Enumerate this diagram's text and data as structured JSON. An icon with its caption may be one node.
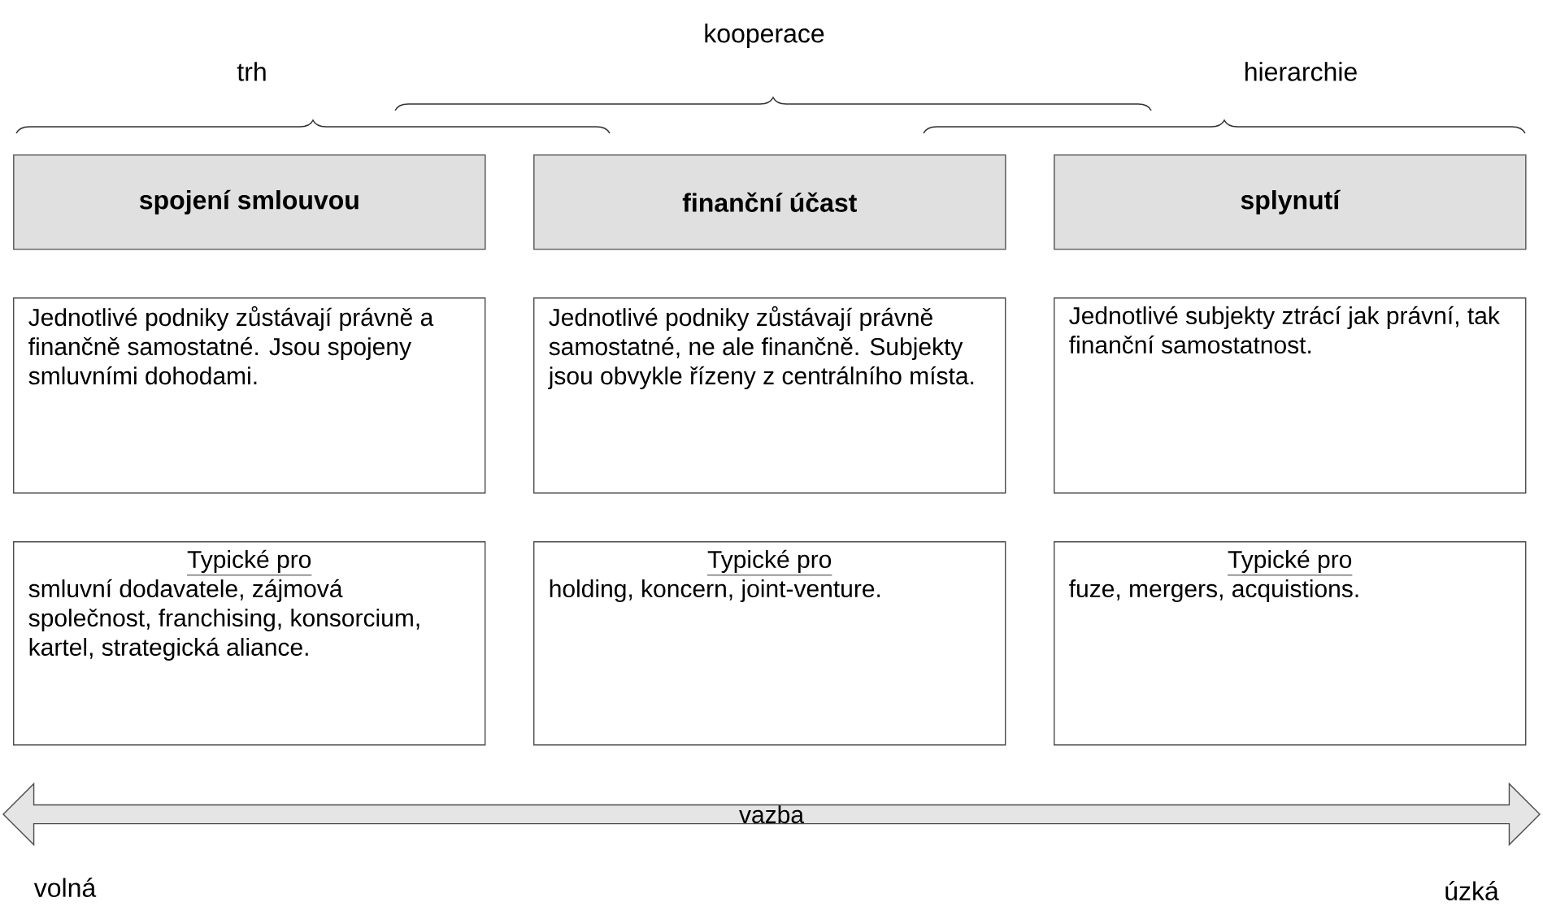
{
  "diagram": {
    "nodes": [
      {
        "text": [
          "spojení smlouvou"
        ]
      },
      {
        "text": [
          "finanční účast"
        ]
      },
      {
        "text": [
          "splynutí"
        ]
      },
      {
        "text": [
          "Jednotlivé podniky zůstávají právně a finančně samostatné. Jsou spojeny smluvními dohodami."
        ]
      },
      {
        "text": [
          "Jednotlivé podniky zůstávají právně samostatné, ne ale finančně. Subjekty jsou obvykle řízeny z centrálního místa."
        ]
      },
      {
        "text": [
          "Jednotlivé subjekty ztrácí jak právní, tak finanční samostatnost."
        ]
      },
      {
        "text": [
          "Typické pro",
          "smluvní dodavatele, zájmová společnost, franchising, konsorcium, kartel, strategická aliance."
        ]
      },
      {
        "text": [
          "Typické pro",
          "holding, koncern, joint-venture."
        ]
      },
      {
        "text": [
          "Typické pro",
          "fuze, mergers, acquistions."
        ]
      },
      {
        "text": [
          "vazba"
        ]
      }
    ],
    "labels": [
      "kooperace",
      "trh",
      "hierarchie",
      "volná",
      "úzká"
    ]
  }
}
